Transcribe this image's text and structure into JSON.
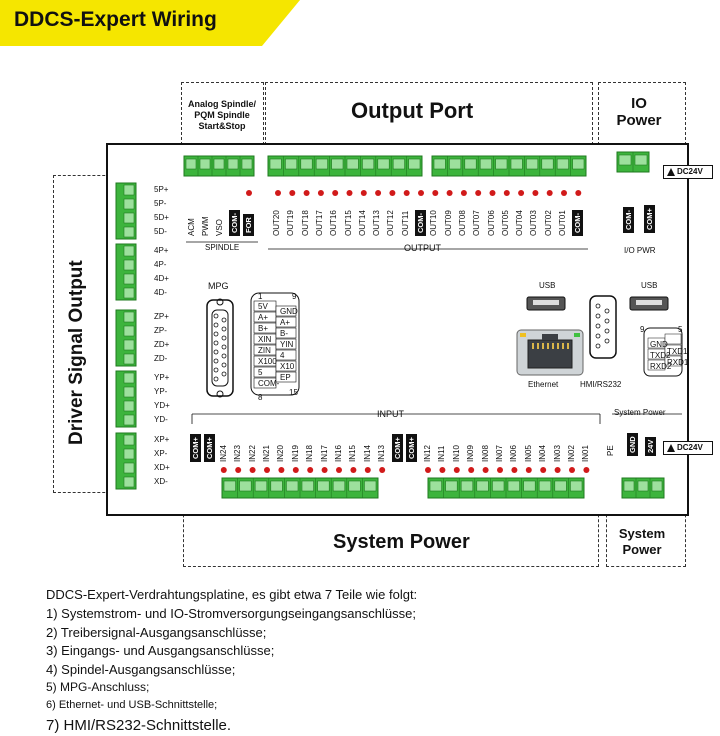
{
  "banner": {
    "title": "DDCS-Expert Wiring",
    "color": "#f5e600"
  },
  "sections": {
    "output_port": "Output Port",
    "io_power": "IO\nPower",
    "driver_signal_output": "Driver Signal Output",
    "system_power": "System Power",
    "system_power_right": "System\nPower",
    "analog_spindle": "Analog Spindle/\nPQM Spindle\nStart&Stop"
  },
  "labels": {
    "spindle": "SPINDLE",
    "output": "OUTPUT",
    "input": "INPUT",
    "io_pwr": "I/O PWR",
    "mpg": "MPG",
    "usb_left": "USB",
    "usb_right": "USB",
    "ethernet": "Ethernet",
    "hmi": "HMI/RS232",
    "system_power_small": "System Power",
    "dc24v_top": "DC24V",
    "dc24v_bottom": "DC24V",
    "pe": "PE",
    "gnd": "GND",
    "v24": "24V"
  },
  "spindle_pins": [
    "ACM",
    "PWM",
    "VSO",
    "COM-",
    "FOR"
  ],
  "output_pins": [
    "OUT20",
    "OUT19",
    "OUT18",
    "OUT17",
    "OUT16",
    "OUT15",
    "OUT14",
    "OUT13",
    "OUT12",
    "OUT11",
    "COM-",
    "OUT10",
    "OUT09",
    "OUT08",
    "OUT07",
    "OUT06",
    "OUT05",
    "OUT04",
    "OUT03",
    "OUT02",
    "OUT01",
    "COM-"
  ],
  "io_power_pins": [
    "COM-",
    "COM+"
  ],
  "input_left_pins": [
    "COM+",
    "COM+",
    "IN24",
    "IN23",
    "IN22",
    "IN21",
    "IN20",
    "IN19",
    "IN18",
    "IN17",
    "IN16",
    "IN15",
    "IN14",
    "IN13",
    "COM+",
    "COM+"
  ],
  "input_right_pins": [
    "IN12",
    "IN11",
    "IN10",
    "IN09",
    "IN08",
    "IN07",
    "IN06",
    "IN05",
    "IN04",
    "IN03",
    "IN02",
    "IN01"
  ],
  "driver_groups": [
    [
      "5P+",
      "5P-",
      "5D+",
      "5D-"
    ],
    [
      "4P+",
      "4P-",
      "4D+",
      "4D-"
    ],
    [
      "ZP+",
      "ZP-",
      "ZD+",
      "ZD-"
    ],
    [
      "YP+",
      "YP-",
      "YD+",
      "YD-"
    ],
    [
      "XP+",
      "XP-",
      "XD+",
      "XD-"
    ]
  ],
  "mpg_pins": {
    "top_left": "1",
    "top_right": "9",
    "bottom_left": "8",
    "bottom_right": "15",
    "left_col": [
      "5V",
      "A+",
      "B+",
      "XIN",
      "ZIN",
      "X100",
      "5",
      "COM-"
    ],
    "right_col": [
      "GND",
      "A+",
      "B-",
      "YIN",
      "4",
      "X10",
      "EP"
    ]
  },
  "hmi_pins": {
    "top_left": "9",
    "top_right": "5",
    "rows": [
      [
        "GND",
        ""
      ],
      [
        "TXD2",
        "TXD1"
      ],
      [
        "RXD2",
        "RXD1"
      ]
    ]
  },
  "description": {
    "intro": "DDCS-Expert-Verdrahtungsplatine, es gibt etwa 7 Teile wie folgt:",
    "items": [
      "1) Systemstrom- und IO-Stromversorgungseingangsanschlüsse;",
      "2) Treibersignal-Ausgangsanschlüsse;",
      "3) Eingangs- und Ausgangsanschlüsse;",
      "4) Spindel-Ausgangsanschlüsse;",
      "5) MPG-Anschluss;",
      "6) Ethernet- und USB-Schnittstelle;",
      "7) HMI/RS232-Schnittstelle."
    ]
  },
  "colors": {
    "terminal": "#3db43d",
    "terminal_dark": "#1f7a1f",
    "led": "#d11a1a",
    "black": "#111111"
  }
}
